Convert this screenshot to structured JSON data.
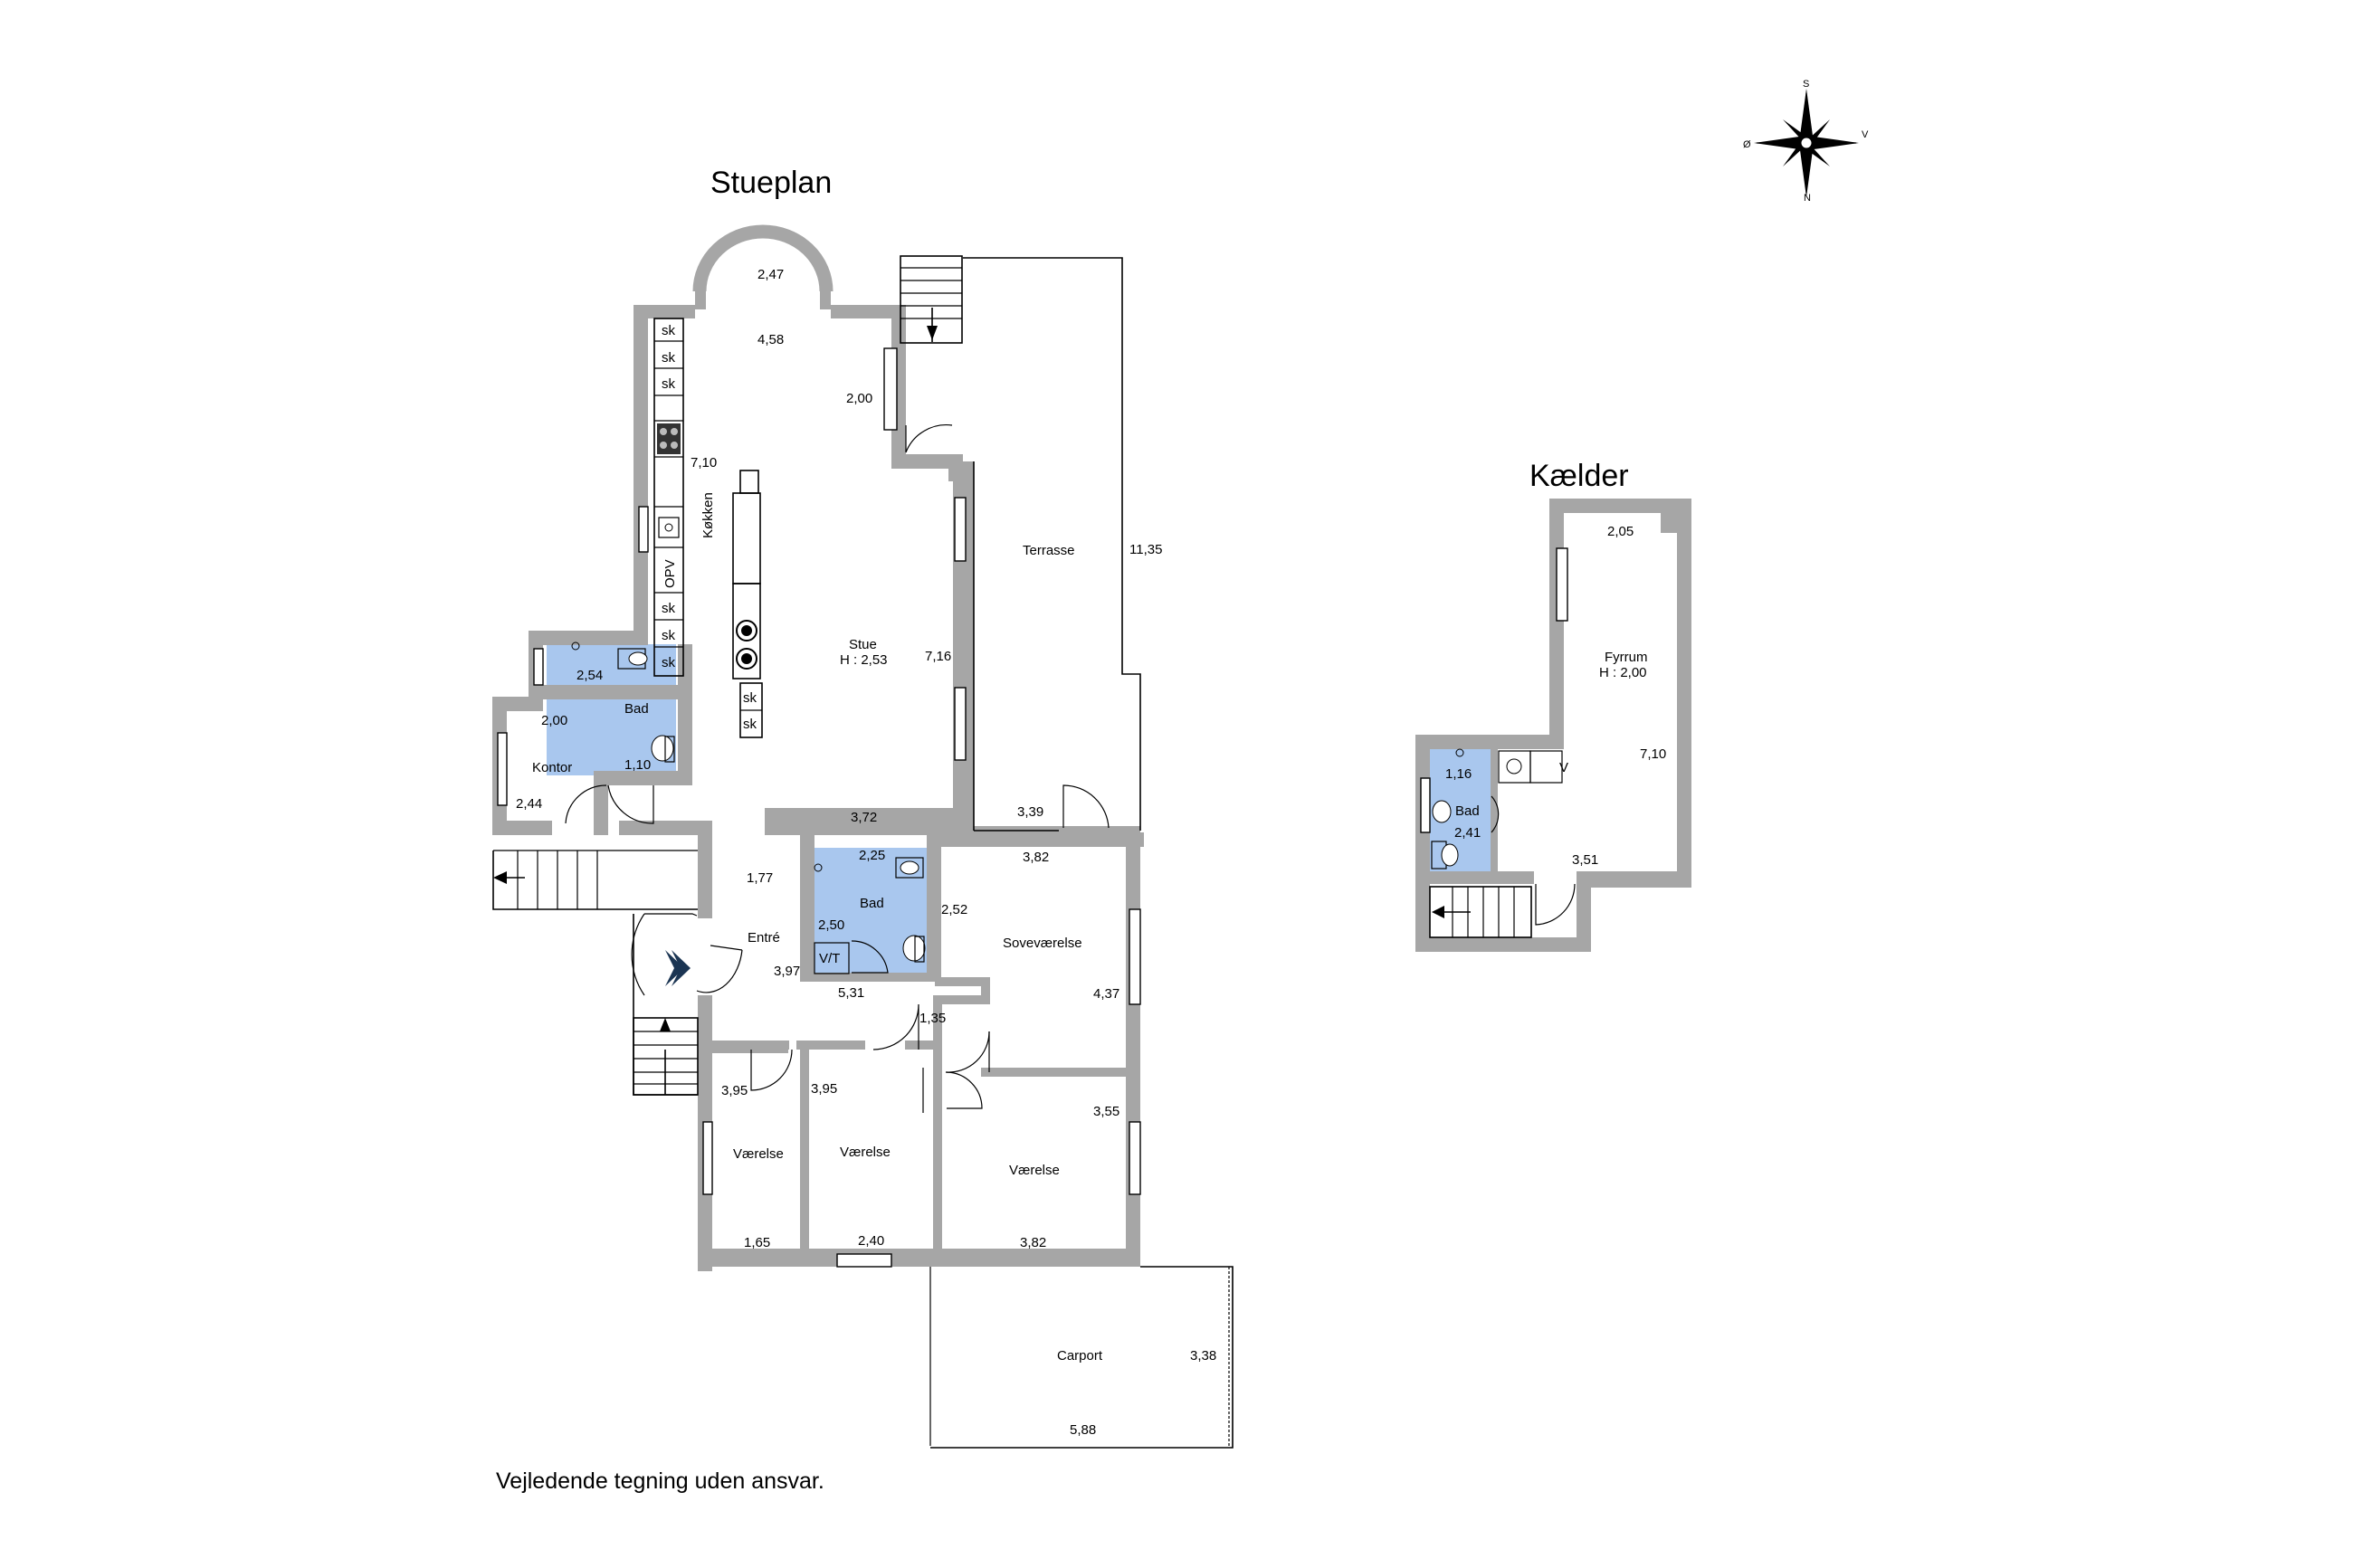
{
  "stueplan": {
    "title": "Stueplan",
    "rooms": {
      "kokken": "Køkken",
      "opv": "OPV",
      "sk": "sk",
      "stue": "Stue",
      "stue_h": "H : 2,53",
      "terrasse": "Terrasse",
      "bad": "Bad",
      "kontor": "Kontor",
      "entre": "Entré",
      "vt": "V/T",
      "sovevaerelse": "Soveværelse",
      "vaerelse": "Værelse",
      "carport": "Carport"
    },
    "dims": {
      "bay_w": "2,47",
      "kitchen_top": "4,58",
      "kitchen_len": "7,10",
      "stue_side": "2,00",
      "terrasse_len": "11,35",
      "stue_len": "7,16",
      "stue_bottom": "3,72",
      "terrasse_bottom": "3,39",
      "bad1_w": "2,54",
      "bad1_d": "1,10",
      "kontor_w": "2,00",
      "kontor_d": "2,44",
      "entre_w": "1,77",
      "bad2_w": "2,25",
      "bad2_d": "2,50",
      "entre_d": "3,97",
      "hall_w": "5,31",
      "sove_w": "3,82",
      "sove_side": "2,52",
      "sove_d": "4,37",
      "hall_gap": "1,35",
      "v1_d": "3,95",
      "v2_d": "3,95",
      "v3_d": "3,55",
      "v1_w": "1,65",
      "v2_w": "2,40",
      "v3_w": "3,82",
      "carport_d": "3,38",
      "carport_w": "5,88"
    }
  },
  "kaelder": {
    "title": "Kælder",
    "rooms": {
      "fyrrum": "Fyrrum",
      "fyrrum_h": "H : 2,00",
      "bad": "Bad",
      "v": "V"
    },
    "dims": {
      "top_w": "2,05",
      "len": "7,10",
      "bottom_w": "3,51",
      "bad_w": "1,16",
      "bad_d": "2,41"
    }
  },
  "compass": {
    "s": "S",
    "n": "N",
    "o": "Ø",
    "v": "V"
  },
  "disclaimer": "Vejledende tegning uden ansvar.",
  "colors": {
    "wall": "#a6a6a6",
    "bath": "#a9c7ee",
    "entry_arrow": "#1b3553"
  }
}
